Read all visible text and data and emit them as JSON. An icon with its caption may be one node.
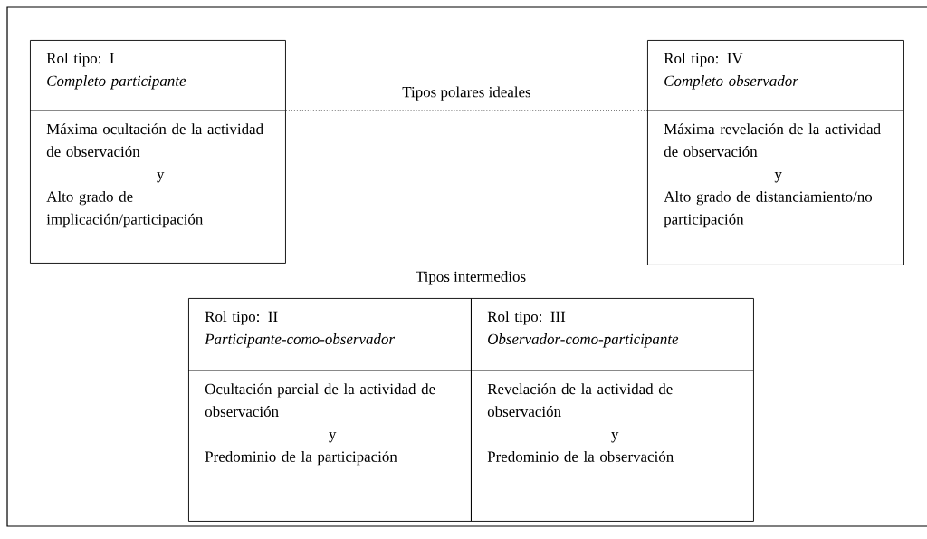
{
  "diagram": {
    "nodes": [
      {
        "text": [
          "Rol tipo: I",
          "Completo participante",
          "Máxima ocultación de la actividad de observación",
          "y",
          "Alto grado de implicación/participación"
        ]
      },
      {
        "text": [
          "Rol tipo: IV",
          "Completo observador",
          "Máxima revelación de la actividad de observación",
          "y",
          "Alto grado de distanciamiento/no participación"
        ]
      },
      {
        "text": [
          "Rol tipo: II",
          "Participante-como-observador",
          "Ocultación parcial de la actividad de observación",
          "y",
          "Predominio de la participación"
        ]
      },
      {
        "text": [
          "Rol tipo: III",
          "Observador-como-participante",
          "Revelación de la actividad de observación",
          "y",
          "Predominio de la observación"
        ]
      }
    ],
    "edges": [
      {
        "from": 0,
        "to": 1,
        "arrow": "none",
        "label": "Tipos polares ideales",
        "style": "dashed"
      }
    ],
    "labels": [
      "Tipos intermedios"
    ]
  }
}
